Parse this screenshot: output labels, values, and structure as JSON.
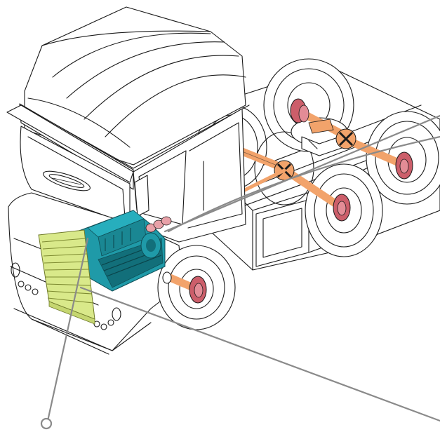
{
  "colors": {
    "background": "#ffffff",
    "outline": "#1a1a1a",
    "engine": "#1f9aa8",
    "engine_dark": "#126f7a",
    "radiator": "#d9e98a",
    "axle": "#f2a36b",
    "hub": "#cc5e6a",
    "hub_light": "#e38c96",
    "leader_line": "#8a8a8a"
  },
  "diagram": {
    "subject": "truck-tractor-drivetrain-cutaway",
    "components": [
      {
        "id": "engine",
        "color": "engine"
      },
      {
        "id": "radiator",
        "color": "radiator"
      },
      {
        "id": "front-axle",
        "color": "axle"
      },
      {
        "id": "rear-axle-1",
        "color": "axle"
      },
      {
        "id": "rear-axle-2",
        "color": "axle"
      },
      {
        "id": "differential-1",
        "color": "axle"
      },
      {
        "id": "differential-2",
        "color": "axle"
      },
      {
        "id": "propeller-shaft",
        "color": "axle"
      }
    ],
    "callouts": [
      {
        "id": "engine-callout",
        "marker": "circle"
      },
      {
        "id": "radiator-callout",
        "marker": "edge"
      },
      {
        "id": "drivetrain-callout",
        "marker": "edge"
      }
    ]
  }
}
